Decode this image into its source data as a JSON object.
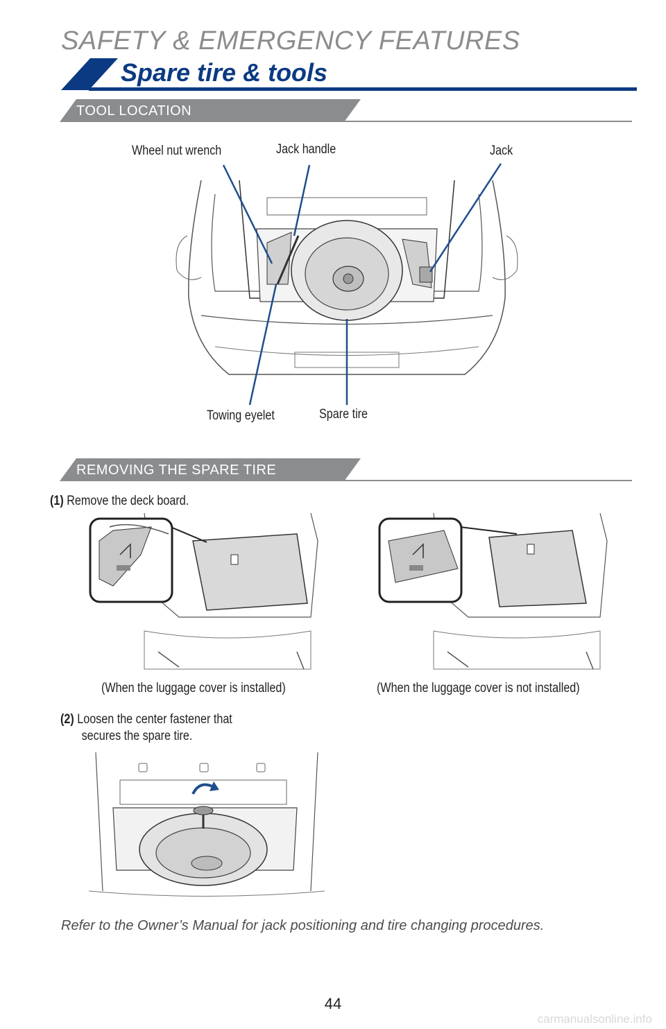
{
  "header": {
    "section_title": "SAFETY & EMERGENCY FEATURES",
    "page_heading": "Spare tire & tools"
  },
  "tool_location": {
    "subhead": "TOOL LOCATION",
    "callouts": {
      "wheel_nut_wrench": "Wheel nut wrench",
      "jack_handle": "Jack handle",
      "jack": "Jack",
      "towing_eyelet": "Towing eyelet",
      "spare_tire": "Spare tire"
    }
  },
  "removing": {
    "subhead": "REMOVING THE SPARE TIRE",
    "step1_num": "(1)",
    "step1_text": "Remove the deck board.",
    "caption_left": "(When the luggage cover is installed)",
    "caption_right": "(When the luggage cover is not installed)",
    "step2_num": "(2)",
    "step2_line1": "Loosen the center fastener that",
    "step2_line2": "secures the spare tire."
  },
  "footer": {
    "note": "Refer to the Owner’s Manual for jack positioning and tire changing procedures.",
    "page_number": "44",
    "watermark": "carmanualsonline.info"
  },
  "colors": {
    "brand_blue": "#0b3a82",
    "subhead_gray": "#8a8c8e",
    "callout_line": "#1f4e8c"
  }
}
